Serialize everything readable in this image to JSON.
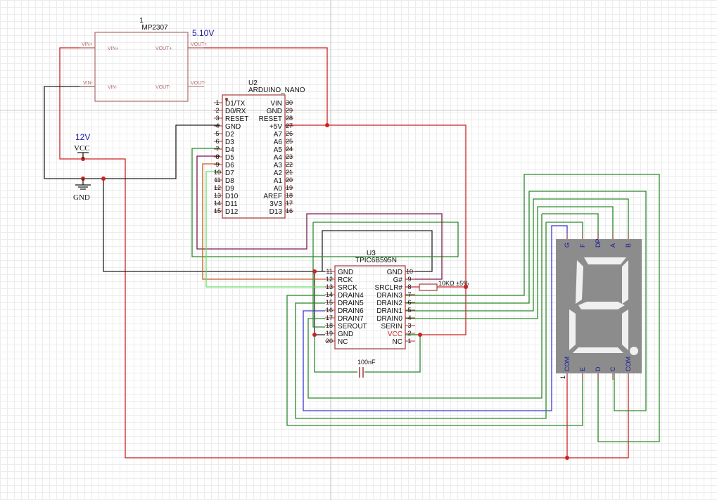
{
  "colors": {
    "red": "#cc2222",
    "green": "#2a8a2a",
    "black": "#222222",
    "blue": "#3a3ad0",
    "purple": "#7a1a4a",
    "orange": "#c05a1a",
    "lime": "#66dd66",
    "brown": "#a03a3a",
    "pinline": "#a33a3a",
    "label_blue": "#1a1aa0",
    "display_body": "#8c8c8c",
    "segment": "#f0f0f0"
  },
  "mp2307": {
    "designator": "1",
    "name": "MP2307",
    "voltage": "5.10V",
    "pins": {
      "vin_plus_ext": "VIN+",
      "vin_plus_int": "VIN+",
      "vin_minus_ext": "VIN-",
      "vin_minus_int": "VIN-",
      "vout_plus_int": "VOUT+",
      "vout_plus_ext": "VOUT+",
      "vout_minus_int": "VOUT-",
      "vout_minus_ext": "VOUT-"
    }
  },
  "nano": {
    "designator": "U2",
    "name": "ARDUINO_NANO",
    "left_pins": [
      {
        "num": "1",
        "name": "D1/TX"
      },
      {
        "num": "2",
        "name": "D0/RX"
      },
      {
        "num": "3",
        "name": "RESET"
      },
      {
        "num": "4",
        "name": "GND"
      },
      {
        "num": "5",
        "name": "D2"
      },
      {
        "num": "6",
        "name": "D3"
      },
      {
        "num": "7",
        "name": "D4"
      },
      {
        "num": "8",
        "name": "D5"
      },
      {
        "num": "9",
        "name": "D6"
      },
      {
        "num": "10",
        "name": "D7"
      },
      {
        "num": "11",
        "name": "D8"
      },
      {
        "num": "12",
        "name": "D9"
      },
      {
        "num": "13",
        "name": "D10"
      },
      {
        "num": "14",
        "name": "D11"
      },
      {
        "num": "15",
        "name": "D12"
      }
    ],
    "right_pins": [
      {
        "num": "30",
        "name": "VIN"
      },
      {
        "num": "29",
        "name": "GND"
      },
      {
        "num": "28",
        "name": "RESET"
      },
      {
        "num": "27",
        "name": "+5V"
      },
      {
        "num": "26",
        "name": "A7"
      },
      {
        "num": "25",
        "name": "A6"
      },
      {
        "num": "24",
        "name": "A5"
      },
      {
        "num": "23",
        "name": "A4"
      },
      {
        "num": "22",
        "name": "A3"
      },
      {
        "num": "21",
        "name": "A2"
      },
      {
        "num": "20",
        "name": "A1"
      },
      {
        "num": "19",
        "name": "A0"
      },
      {
        "num": "18",
        "name": "AREF"
      },
      {
        "num": "17",
        "name": "3V3"
      },
      {
        "num": "16",
        "name": "D13"
      }
    ]
  },
  "tpic": {
    "designator": "U3",
    "name": "TPIC6B595N",
    "left_pins": [
      {
        "num": "11",
        "name": "GND"
      },
      {
        "num": "12",
        "name": "RCK"
      },
      {
        "num": "13",
        "name": "SRCK"
      },
      {
        "num": "14",
        "name": "DRAIN4"
      },
      {
        "num": "15",
        "name": "DRAIN5"
      },
      {
        "num": "16",
        "name": "DRAIN6"
      },
      {
        "num": "17",
        "name": "DRAIN7"
      },
      {
        "num": "18",
        "name": "SEROUT"
      },
      {
        "num": "19",
        "name": "GND"
      },
      {
        "num": "20",
        "name": "NC"
      }
    ],
    "right_pins": [
      {
        "num": "10",
        "name": "GND"
      },
      {
        "num": "9",
        "name": "G#"
      },
      {
        "num": "8",
        "name": "SRCLR#"
      },
      {
        "num": "7",
        "name": "DRAIN3"
      },
      {
        "num": "6",
        "name": "DRAIN2"
      },
      {
        "num": "5",
        "name": "DRAIN1"
      },
      {
        "num": "4",
        "name": "DRAIN0"
      },
      {
        "num": "3",
        "name": "SERIN"
      },
      {
        "num": "2",
        "name": "VCC"
      },
      {
        "num": "1",
        "name": "NC"
      }
    ]
  },
  "resistor": {
    "label": "10KΩ ±5%"
  },
  "capacitor": {
    "label": "100nF"
  },
  "power": {
    "vcc_voltage": "12V",
    "vcc_label": "VCC",
    "gnd_label": "GND"
  },
  "display": {
    "top_pins": [
      "G",
      "F",
      "DP",
      "A",
      "B"
    ],
    "bottom_pins": [
      "COM",
      "E",
      "D",
      "C",
      "COM"
    ],
    "pin1_label": "1"
  }
}
